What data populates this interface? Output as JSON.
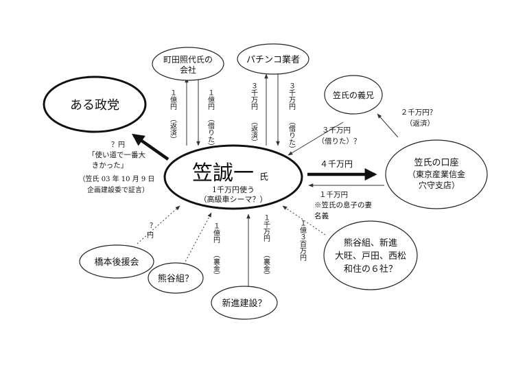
{
  "nodes": {
    "center": {
      "name": "笠誠一",
      "suffix": "氏",
      "line1": "1千万円使う",
      "line2": "（高級車シーマ？）"
    },
    "party": {
      "label": "ある政党"
    },
    "machida": {
      "line1": "町田照代氏の",
      "line2": "会社"
    },
    "pachinko": {
      "label": "パチンコ業者"
    },
    "brother_in_law": {
      "label": "笠氏の義兄"
    },
    "account": {
      "line1": "笠氏の口座",
      "line2": "（東京産業信金",
      "line3": "穴守支店）"
    },
    "hashimoto": {
      "label": "橋本後援会"
    },
    "kumagai": {
      "label": "熊谷組？"
    },
    "shinshin": {
      "label": "新進建設？"
    },
    "six_companies": {
      "line1": "熊谷組、新進",
      "line2": "大旺、戸田、西松",
      "line3": "和住の６社？"
    }
  },
  "edges": {
    "party_note": {
      "line1": "？円",
      "line2": "「使い道で一番大",
      "line3": "きかった」",
      "line4": "（笠氏 03 年 10 月 9 日",
      "line5": "企画建設委で証言）"
    },
    "machida_return": {
      "amount": "１億円",
      "note": "（返済）"
    },
    "machida_borrow": {
      "amount": "１億円",
      "note": "（借りた）"
    },
    "pachinko_return": {
      "amount": "３千万円",
      "note": "（返済）"
    },
    "pachinko_borrow": {
      "amount": "３千万円",
      "note": "（借りた）"
    },
    "brother_borrow": {
      "line1": "３千万円",
      "line2": "（借りた）？"
    },
    "brother_return": {
      "line1": "２千万円？",
      "line2": "（返済）"
    },
    "to_account": {
      "label": "４千万円"
    },
    "from_account": {
      "line1": "１千万円",
      "line2": "※笠氏の息子の妻",
      "line3": "名義"
    },
    "hashimoto_edge": {
      "line1": "？",
      "line2": "円"
    },
    "kumagai_edge": {
      "amount": "１億円",
      "note": "（裏金）"
    },
    "shinshin_edge": {
      "amount": "１千万円",
      "note": "（裏金）"
    },
    "six_edge": {
      "amount": "１億３百万円"
    }
  }
}
